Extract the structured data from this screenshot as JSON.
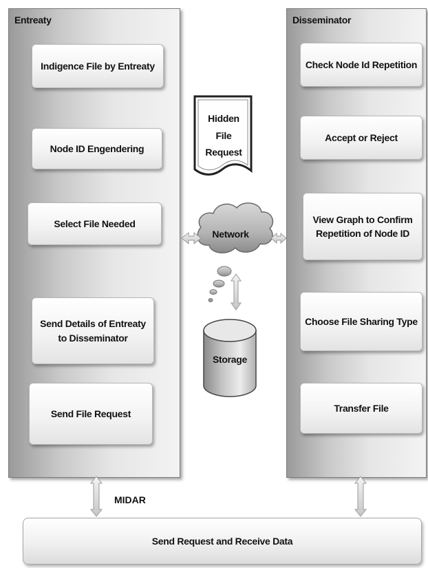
{
  "entreaty": {
    "title": "Entreaty",
    "steps": [
      "Indigence File by Entreaty",
      "Node ID Engendering",
      "Select File Needed",
      "Send Details of Entreaty to Disseminator",
      "Send File Request"
    ]
  },
  "disseminator": {
    "title": "Disseminator",
    "steps": [
      "Check Node Id Repetition",
      "Accept or Reject",
      "View Graph to Confirm Repetition of Node ID",
      "Choose File Sharing Type",
      "Transfer File"
    ]
  },
  "center": {
    "document": "Hidden File Request",
    "network": "Network",
    "storage": "Storage"
  },
  "midar": "MIDAR",
  "bottom": "Send Request and Receive Data"
}
